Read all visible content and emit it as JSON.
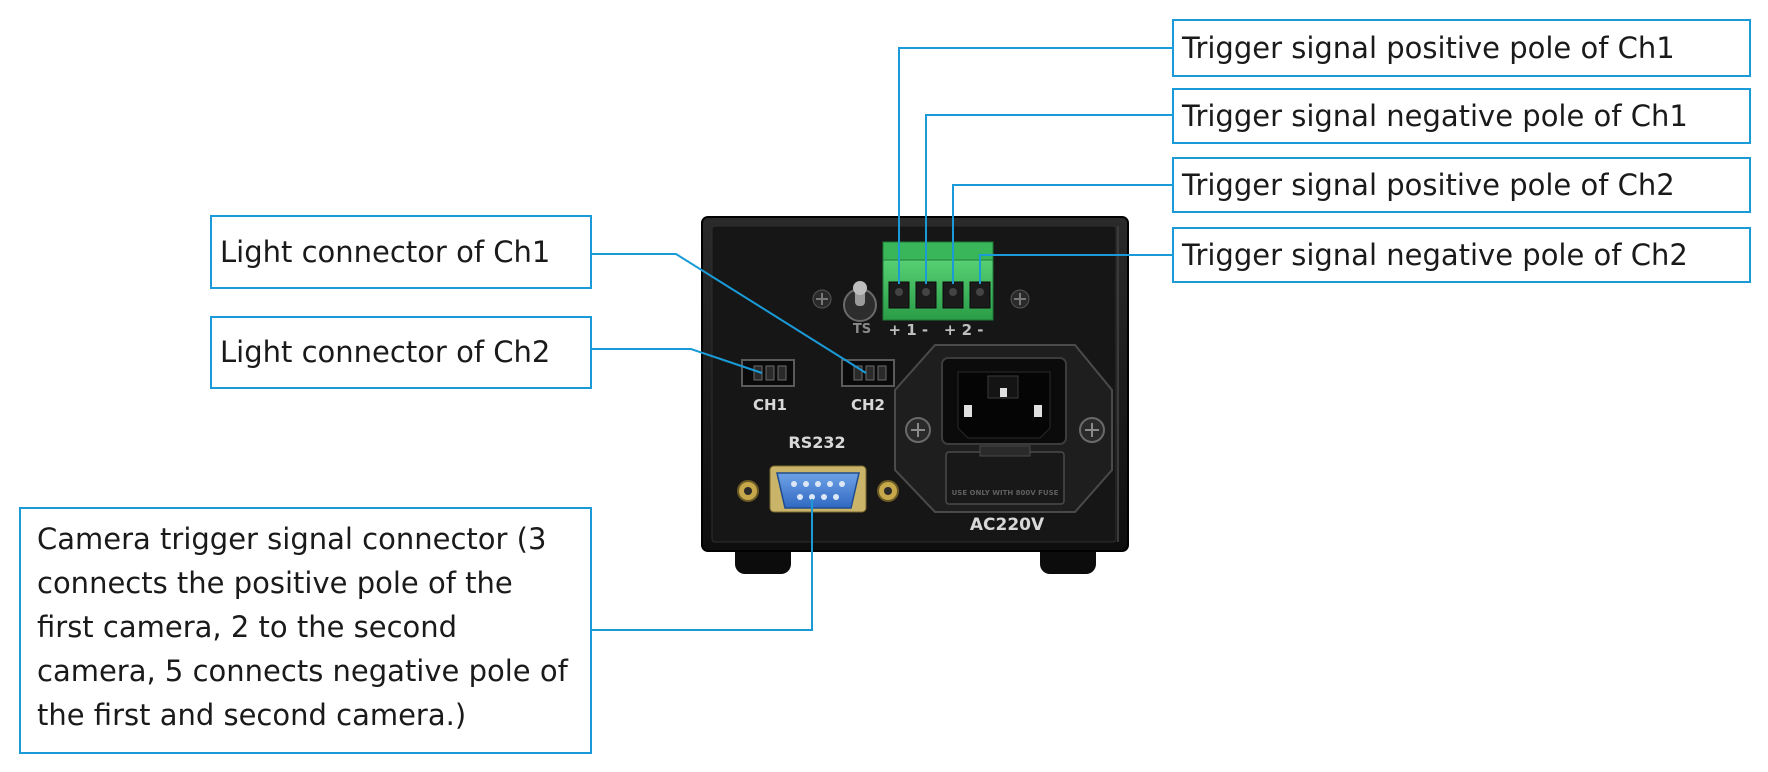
{
  "labels": {
    "trig_pos_ch1": "Trigger signal positive pole of Ch1",
    "trig_neg_ch1": "Trigger signal negative pole of Ch1",
    "trig_pos_ch2": "Trigger signal positive pole of Ch2",
    "trig_neg_ch2": "Trigger signal negative pole of Ch2",
    "light_ch1": "Light connector of Ch1",
    "light_ch2": "Light connector of Ch2",
    "camera_trigger": "Camera trigger signal connector (3 connects the positive pole of the first camera, 2 to the second camera, 5 connects negative pole of the first and second camera.)"
  },
  "device": {
    "terminal_marks": "+ 1 -   + 2 -",
    "switch_label": "TS",
    "ch1_label": "CH1",
    "ch2_label": "CH2",
    "serial_label": "RS232",
    "power_label": "AC220V",
    "fuse_text": "USE ONLY WITH 800V FUSE"
  },
  "colors": {
    "callout_border": "#1a9bd7",
    "chassis": "#141414",
    "terminal_block": "#3dbb5c",
    "db9_connector": "#4a86d4"
  }
}
